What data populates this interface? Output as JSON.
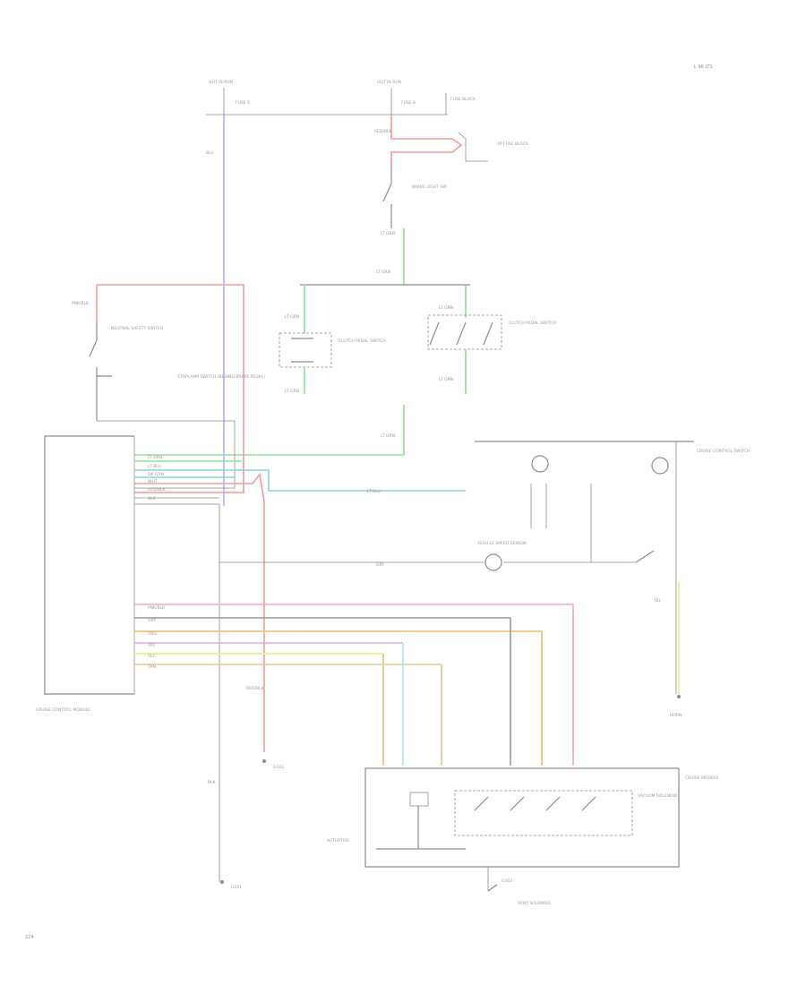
{
  "diagram": {
    "page_ref": "L 96 LT1",
    "page_number": "224",
    "labels": {
      "hot_run_left": "HOT IN RUN",
      "fuse_left": "FUSE 5",
      "hot_run_right": "HOT IN RUN",
      "fuse_right": "FUSE 8",
      "fuse_block": "FUSE BLOCK",
      "fuse_block_right": "I/P FUSE BLOCK",
      "brake_switch_plug": "STOPLAMP SWITCH (BEHIND BRAKE PEDAL)",
      "brake_light_sw": "BRAKE LIGHT SW",
      "clutch_sw_left": "CLUTCH PEDAL SWITCH",
      "clutch_sw_right": "CLUTCH PEDAL SWITCH",
      "neutral_safety": "NEUTRAL SAFETY SWITCH",
      "pcm": "CRUISE CONTROL MODULE",
      "control_switch": "CRUISE CONTROL SWITCH",
      "horn": "HORN",
      "ground_left": "G101",
      "ground_center": "G102",
      "ground_right": "G103",
      "vss": "VEHICLE SPEED SENSOR",
      "actuator": "ACTUATOR",
      "cruise_module": "CRUISE MODULE",
      "vacuum_sol": "VACUUM SOLENOID",
      "vent_sol": "VENT SOLENOID"
    },
    "wire_colors": {
      "pink_blk": "PNK/BLK",
      "blu": "BLU",
      "red_blk": "RED/BLK",
      "lt_grn": "LT GRN",
      "dk_grn": "DK GRN",
      "lt_blu": "LT BLU",
      "org": "ORG",
      "yel": "YEL",
      "tan": "TAN",
      "vio": "VIO",
      "gry": "GRY",
      "blk": "BLK",
      "wht": "WHT"
    },
    "accent_colors": {
      "red": "#f59a9a",
      "blue": "#a6a6ef",
      "green": "#8be58b",
      "cyan": "#8ad3d3",
      "orange": "#f2c27a",
      "yellow": "#eeee88"
    }
  }
}
